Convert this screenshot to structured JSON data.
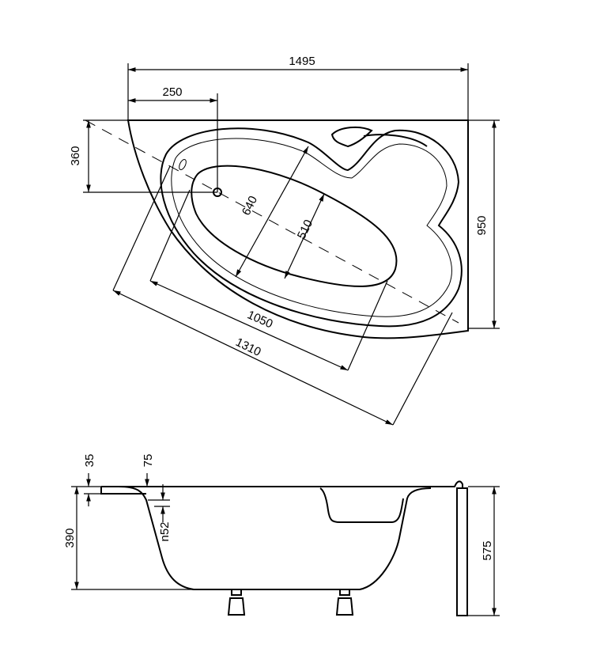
{
  "top_view": {
    "dim_width": "1495",
    "dim_drain_offset_x": "250",
    "dim_drain_offset_y": "360",
    "dim_depth": "950",
    "dim_inner_length": "1050",
    "dim_outer_length": "1310",
    "dim_outer_width": "640",
    "dim_inner_width": "510",
    "overflow_mark": "0"
  },
  "side_view": {
    "dim_rim": "35",
    "dim_overflow": "75",
    "dim_overflow_dia": "n52",
    "dim_inner_depth": "390",
    "dim_total_height": "575"
  }
}
